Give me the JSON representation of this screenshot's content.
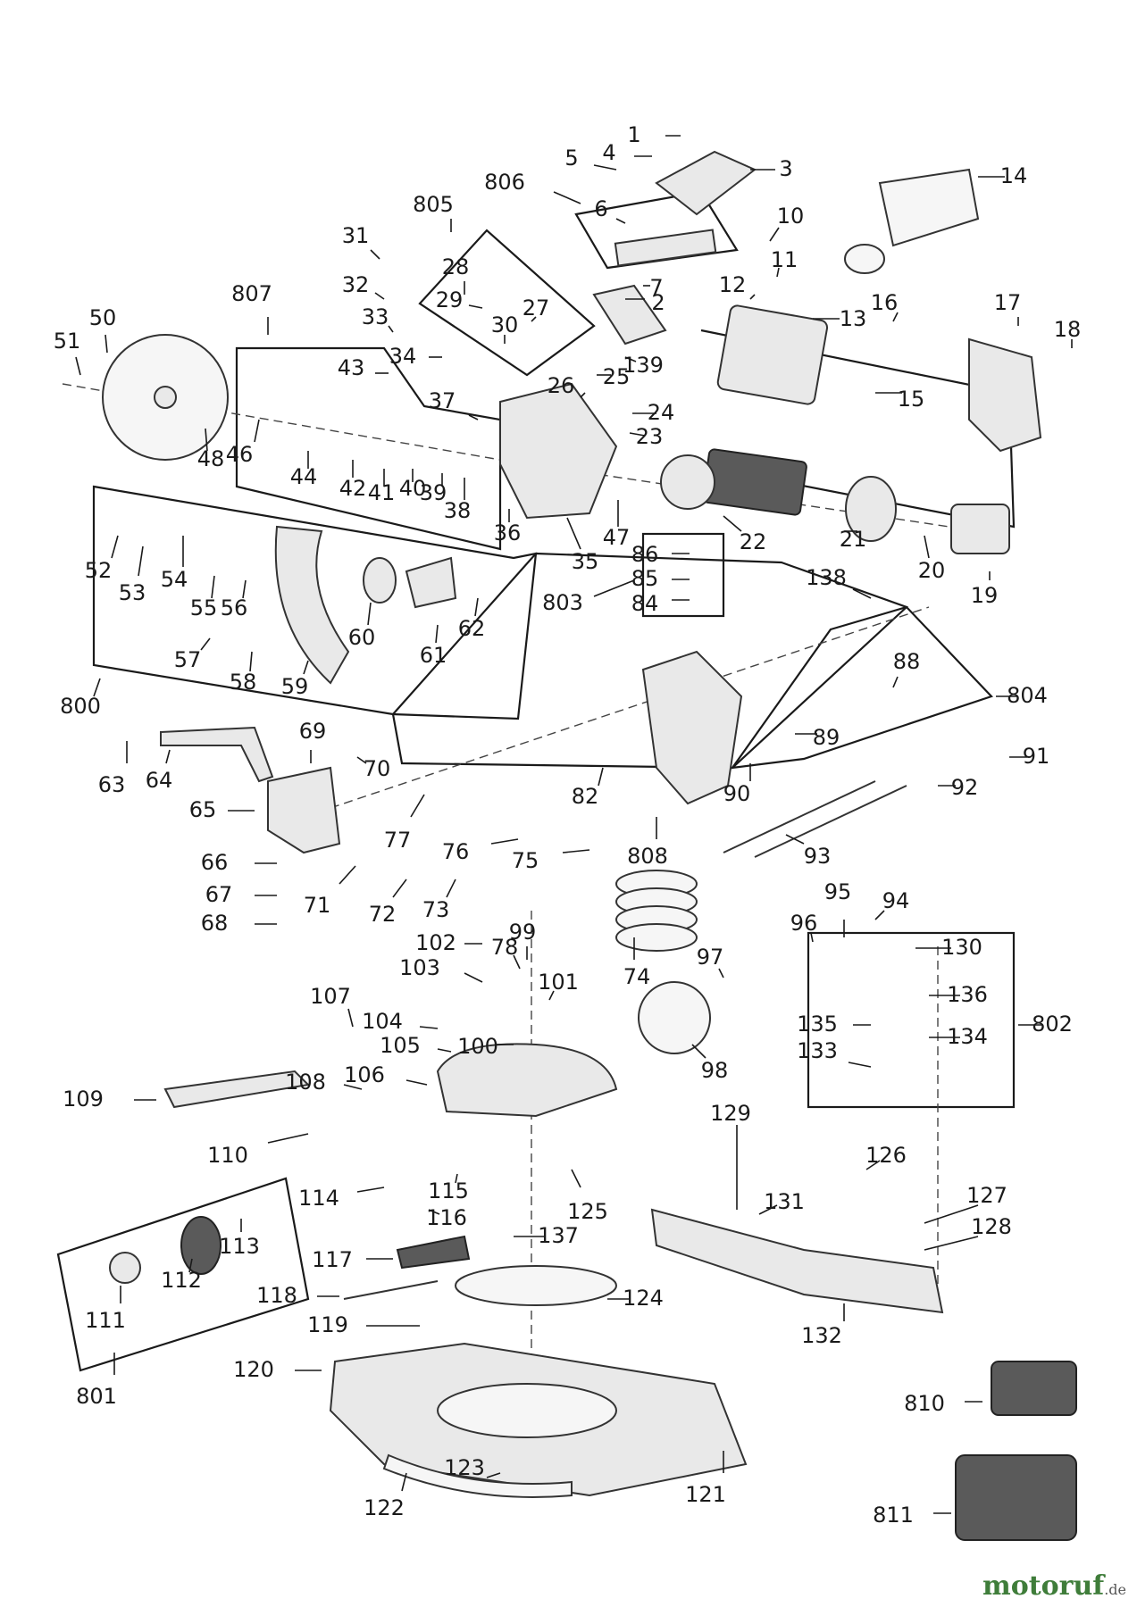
{
  "callouts": [
    "1",
    "2",
    "3",
    "4",
    "5",
    "6",
    "7",
    "10",
    "11",
    "12",
    "13",
    "14",
    "15",
    "16",
    "17",
    "18",
    "19",
    "20",
    "21",
    "22",
    "23",
    "24",
    "25",
    "26",
    "27",
    "28",
    "29",
    "30",
    "31",
    "32",
    "33",
    "34",
    "35",
    "36",
    "37",
    "38",
    "39",
    "40",
    "41",
    "42",
    "43",
    "44",
    "46",
    "47",
    "48",
    "50",
    "51",
    "52",
    "53",
    "54",
    "55",
    "56",
    "57",
    "58",
    "59",
    "60",
    "61",
    "62",
    "63",
    "64",
    "65",
    "66",
    "67",
    "68",
    "69",
    "70",
    "71",
    "72",
    "73",
    "74",
    "75",
    "76",
    "77",
    "78",
    "82",
    "84",
    "85",
    "86",
    "88",
    "89",
    "90",
    "91",
    "92",
    "93",
    "94",
    "95",
    "96",
    "97",
    "98",
    "99",
    "100",
    "101",
    "102",
    "103",
    "104",
    "105",
    "106",
    "107",
    "108",
    "109",
    "110",
    "111",
    "112",
    "113",
    "114",
    "115",
    "116",
    "117",
    "118",
    "119",
    "120",
    "121",
    "122",
    "123",
    "124",
    "125",
    "126",
    "127",
    "128",
    "129",
    "130",
    "131",
    "132",
    "133",
    "134",
    "135",
    "136",
    "137",
    "138",
    "139",
    "800",
    "801",
    "802",
    "803",
    "804",
    "805",
    "806",
    "807",
    "808",
    "810",
    "811"
  ],
  "watermark": {
    "name": "motoruf",
    "tld": ".de"
  },
  "colors": {
    "line": "#1a1a1a",
    "part": "#e9e9e9",
    "dark": "#5a5a5a",
    "watermark": "#3f7d3a"
  }
}
